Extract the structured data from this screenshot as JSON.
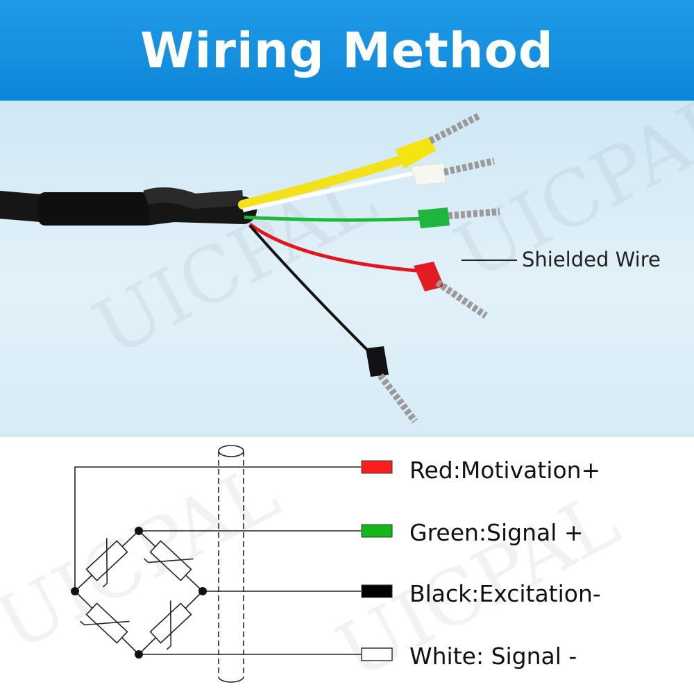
{
  "header": {
    "title": "Wiring Method"
  },
  "photo": {
    "shielded_label": "Shielded Wire"
  },
  "watermark": {
    "brand": "UICPAL"
  },
  "legend": [
    {
      "label": "Red:Motivation+",
      "color": "#ff1e1e"
    },
    {
      "label": "Green:Signal +",
      "color": "#12b81a"
    },
    {
      "label": "Black:Excitation-",
      "color": "#000000"
    },
    {
      "label": "White: Signal -",
      "color": "#ffffff"
    }
  ],
  "colors": {
    "header_blue": "#1490e0",
    "wire_yellow": "#f3e21b",
    "wire_green": "#1db83c",
    "wire_red": "#e3161e",
    "cable_black": "#1a1a1a"
  }
}
